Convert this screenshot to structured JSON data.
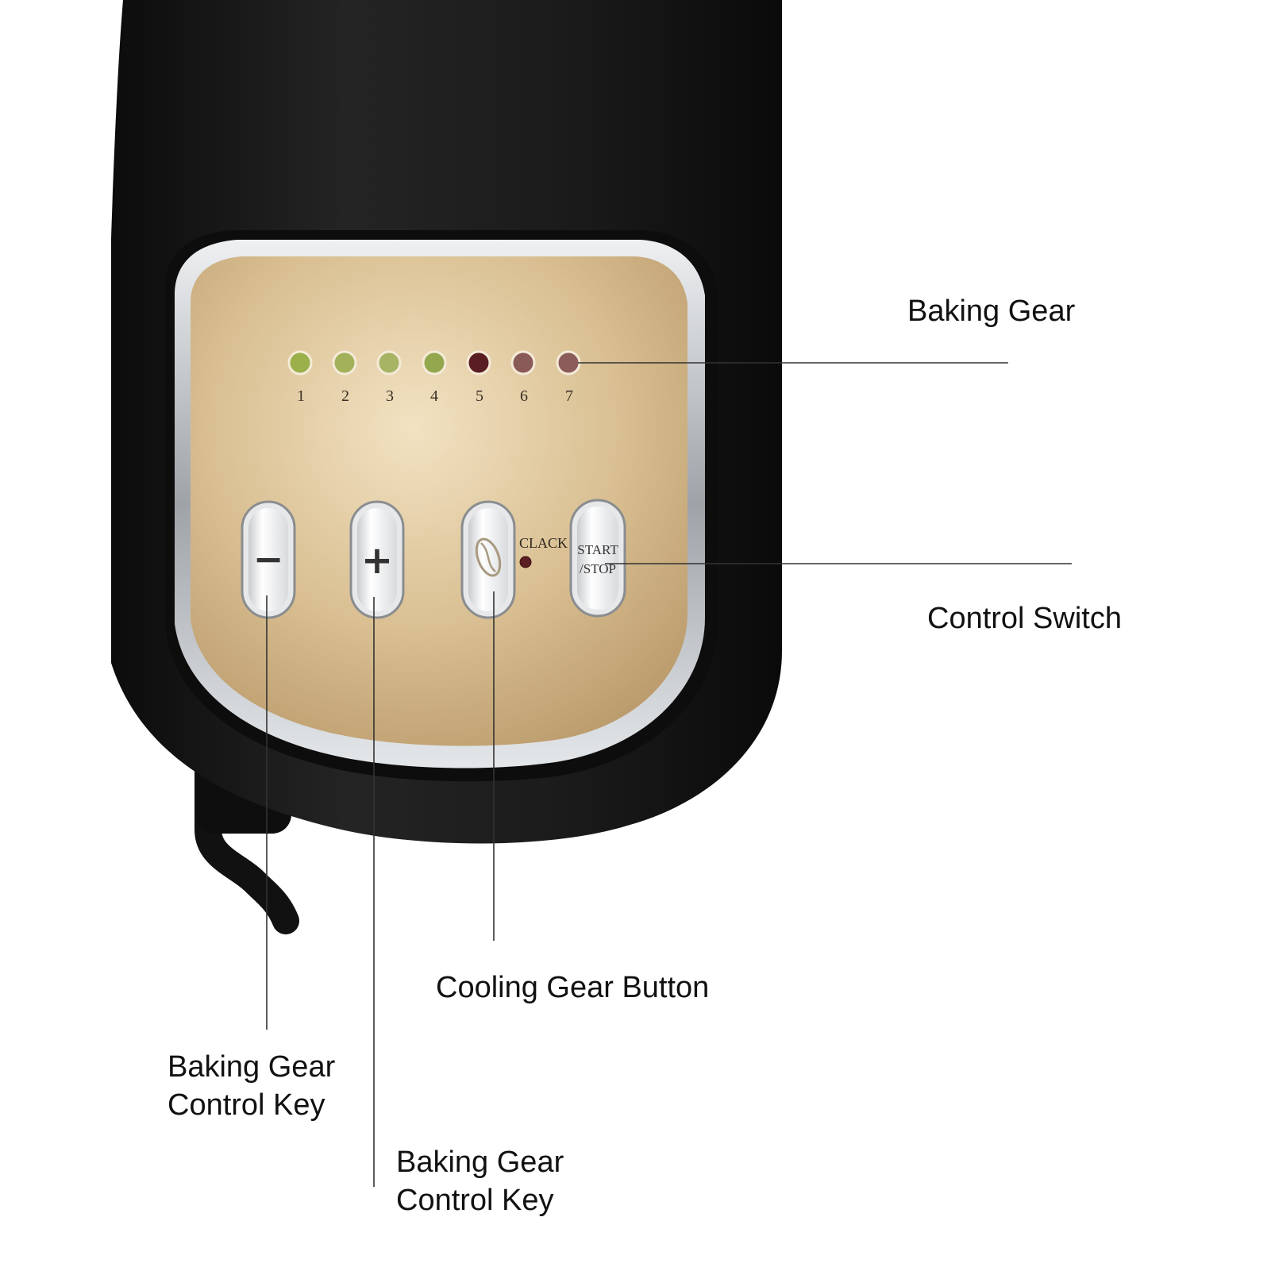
{
  "callouts": {
    "baking_gear": "Baking Gear",
    "control_switch": "Control Switch",
    "cooling_gear_button": "Cooling Gear Button",
    "minus_key": {
      "line1": "Baking Gear",
      "line2": "Control Key"
    },
    "plus_key": {
      "line1": "Baking Gear",
      "line2": "Control Key"
    }
  },
  "panel": {
    "indicator_numbers": [
      "1",
      "2",
      "3",
      "4",
      "5",
      "6",
      "7"
    ],
    "indicator_colors": [
      "#9bb04a",
      "#a3b25a",
      "#a7b464",
      "#93a84e",
      "#5a1e22",
      "#8a5a58",
      "#8c5c5a"
    ],
    "minus_symbol": "−",
    "plus_symbol": "+",
    "clack_label": "CLACK",
    "start_label": "START",
    "stop_label": "/STOP"
  },
  "colors": {
    "body": "#161616",
    "panel_gold": "#d9bf92",
    "bezel_silver": "#cfd2d4"
  }
}
